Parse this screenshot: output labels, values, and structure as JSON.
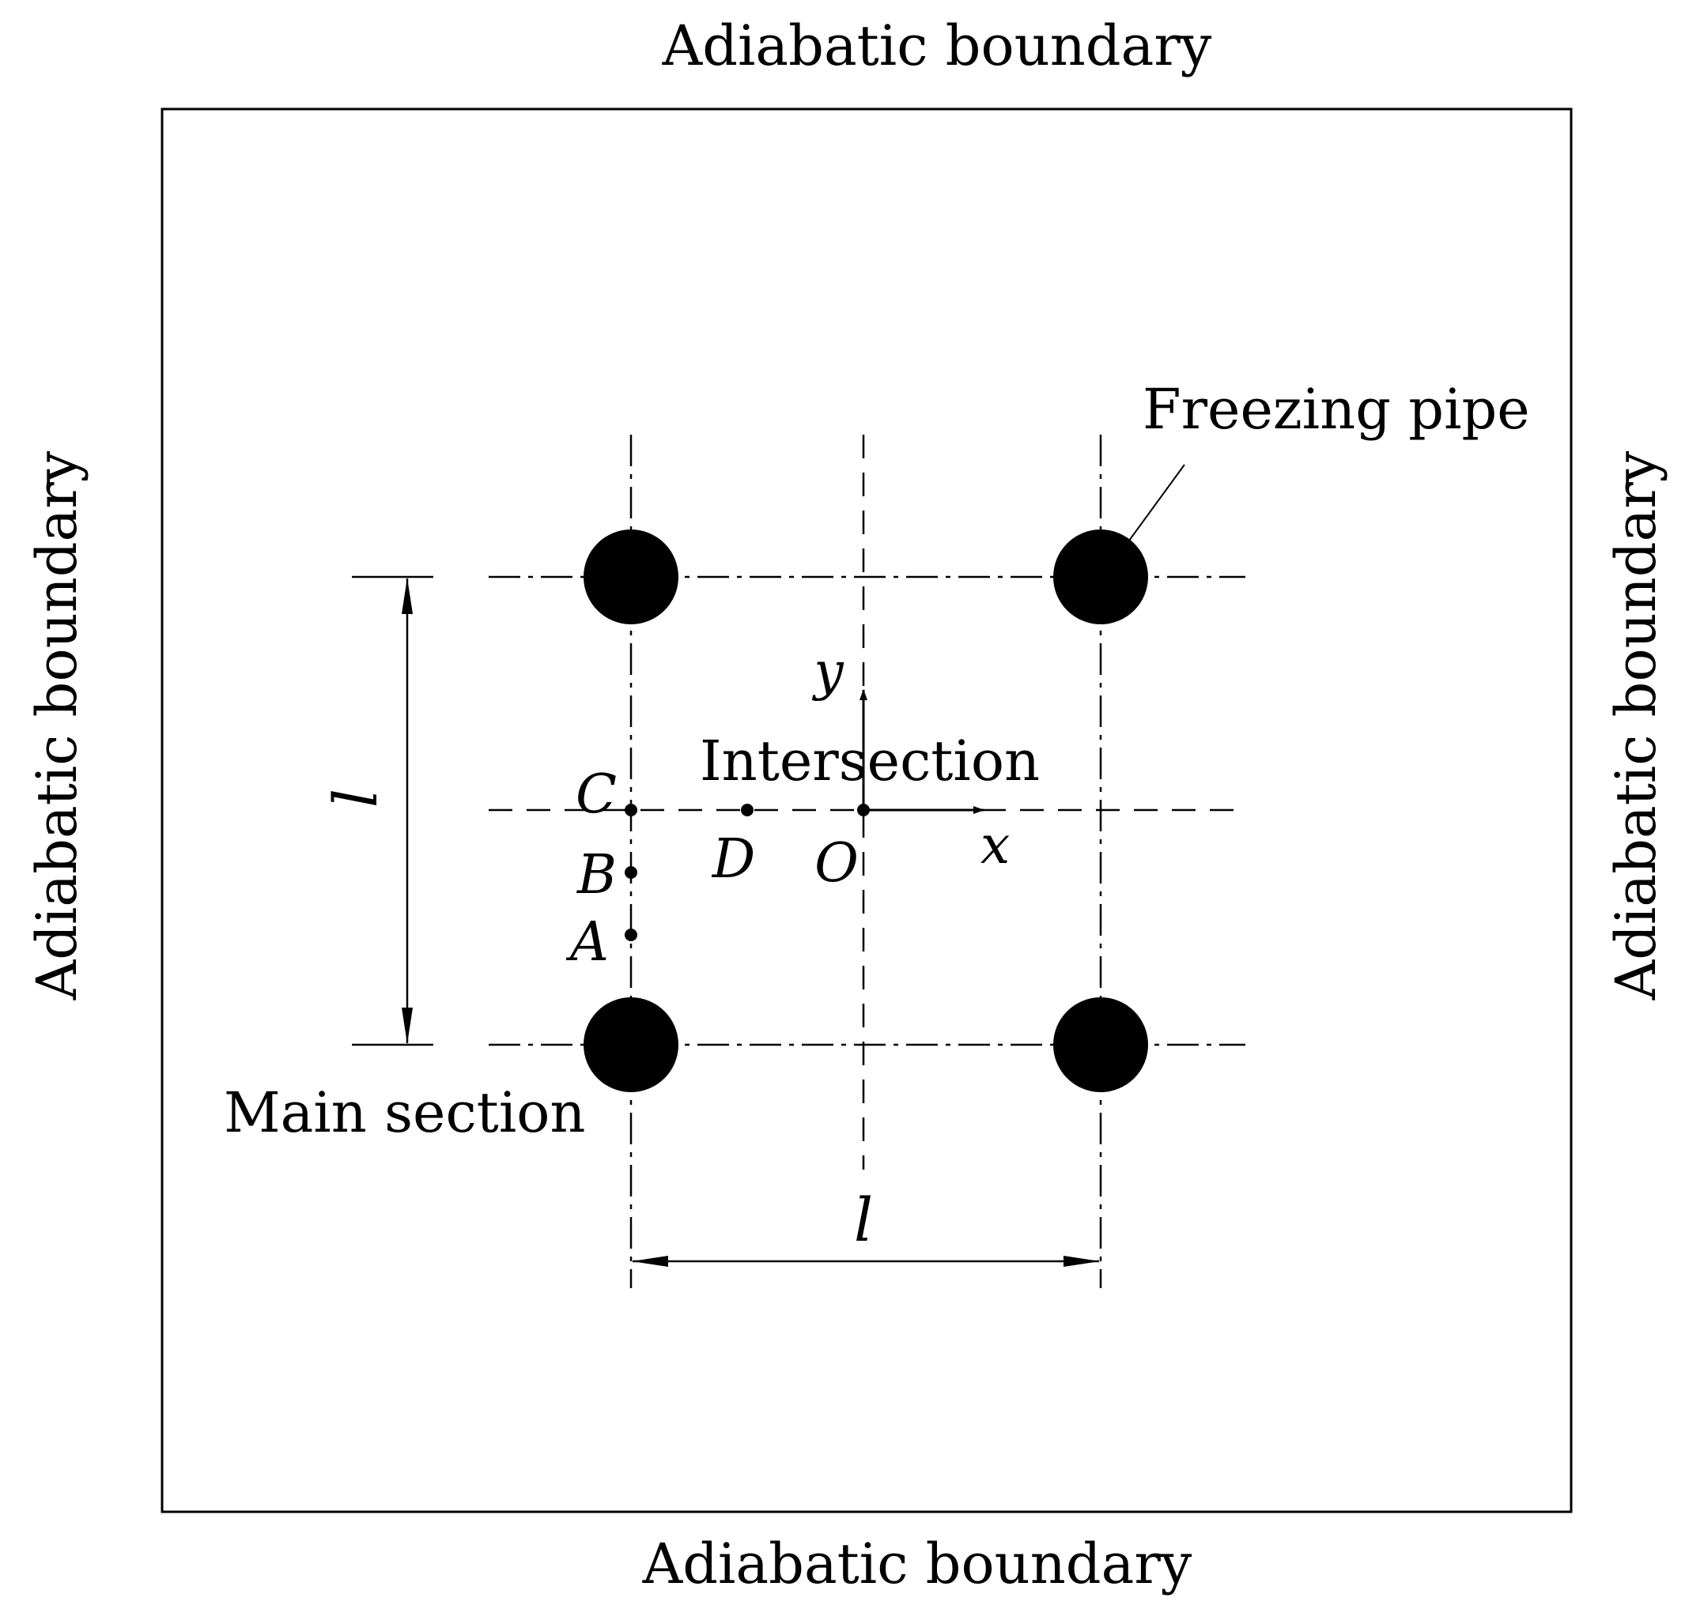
{
  "boundaries": {
    "top": "Adiabatic boundary",
    "bottom": "Adiabatic boundary",
    "left": "Adiabatic boundary",
    "right": "Adiabatic boundary"
  },
  "labels": {
    "freezing_pipe": "Freezing pipe",
    "intersection": "Intersection",
    "main_section": "Main section"
  },
  "axes": {
    "x": "x",
    "y": "y"
  },
  "points": {
    "A": "A",
    "B": "B",
    "C": "C",
    "D": "D",
    "O": "O"
  },
  "dimensions": {
    "vertical": "l",
    "horizontal": "l"
  },
  "colors": {
    "ink": "#000000",
    "background": "#ffffff"
  }
}
